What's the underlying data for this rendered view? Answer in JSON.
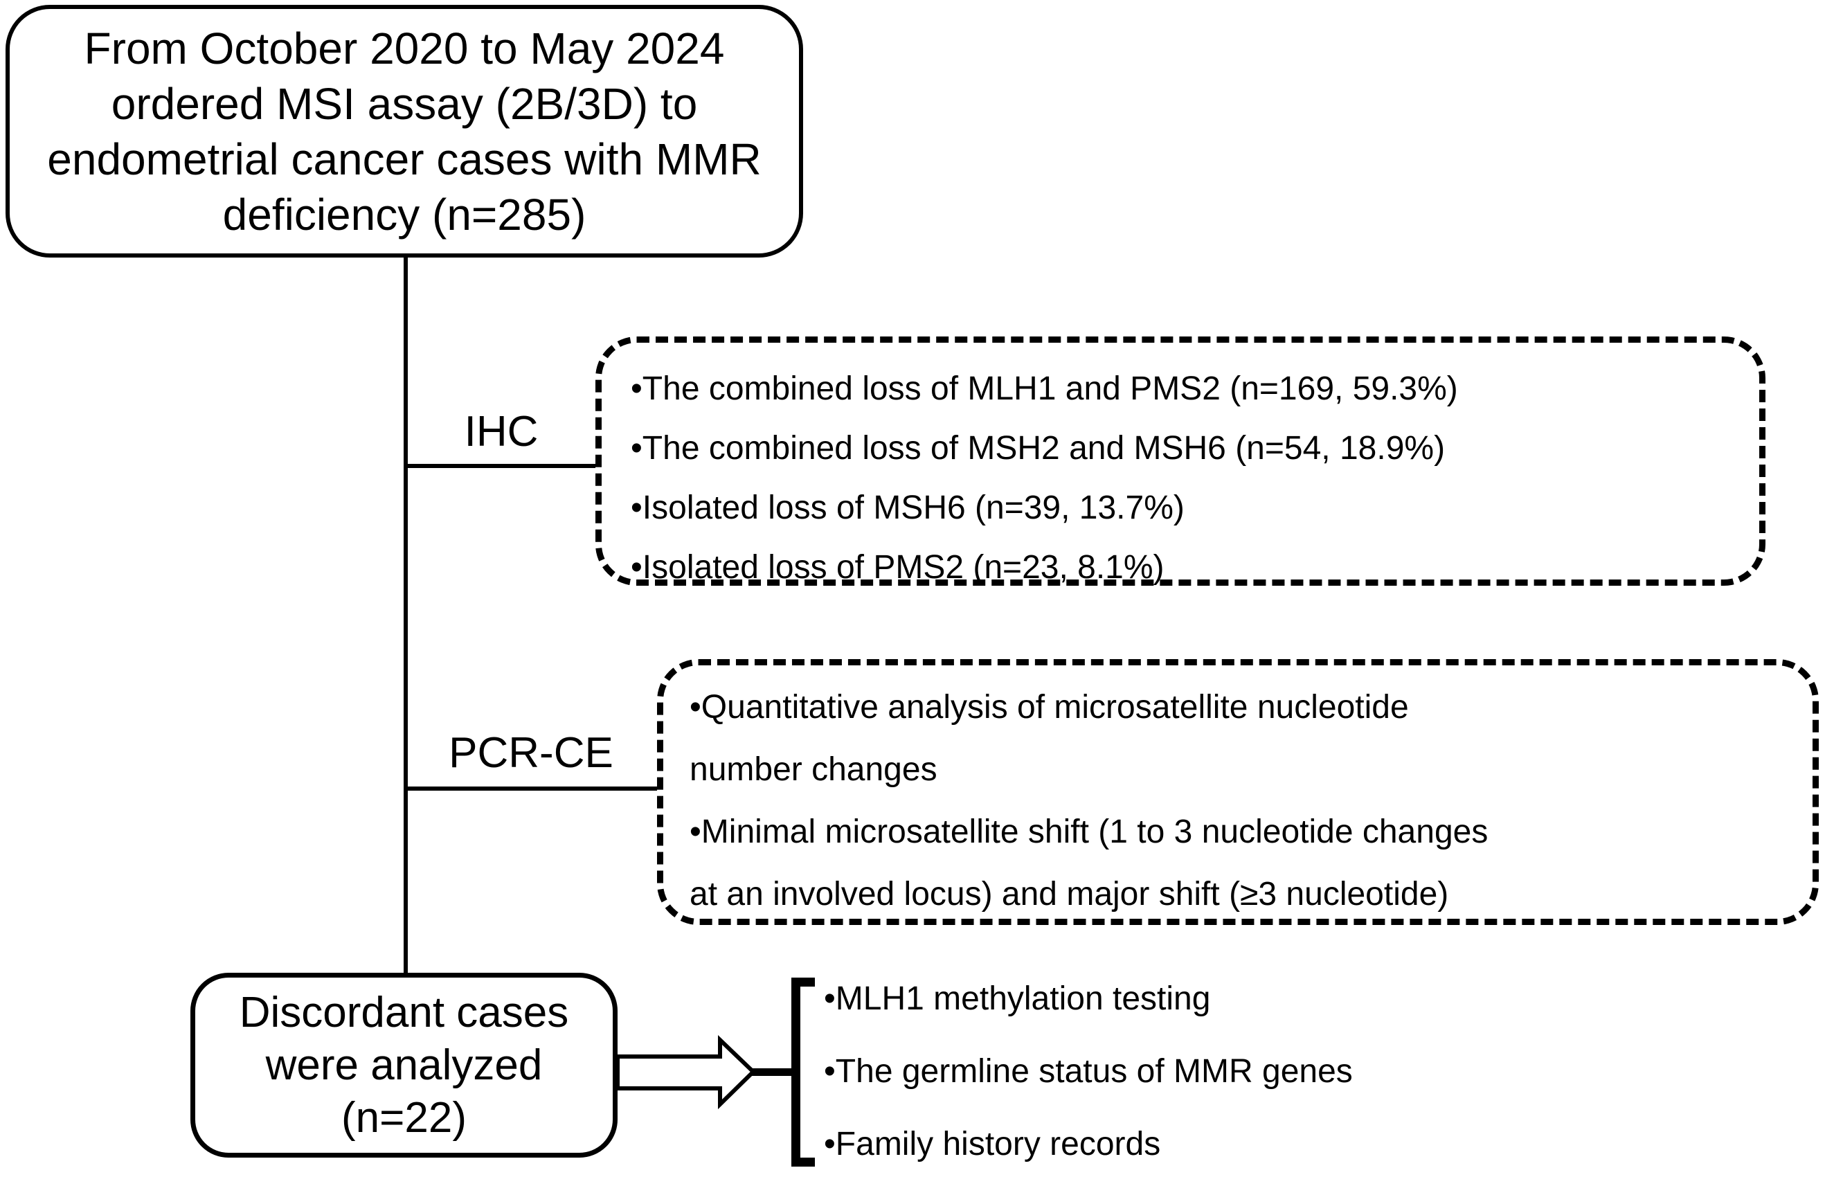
{
  "colors": {
    "ink": "#000000",
    "background": "#ffffff"
  },
  "source_box": {
    "text": "From October 2020 to May 2024\nordered MSI assay (2B/3D) to\nendometrial cancer cases with MMR\ndeficiency (n=285)"
  },
  "branches": {
    "ihc": {
      "label": "IHC",
      "items": [
        "•The combined loss of MLH1 and PMS2 (n=169, 59.3%)",
        "•The combined loss of MSH2 and MSH6 (n=54, 18.9%)",
        "•Isolated loss of MSH6 (n=39, 13.7%)",
        "•Isolated loss of PMS2 (n=23, 8.1%)"
      ]
    },
    "pcr_ce": {
      "label": "PCR-CE",
      "items": [
        "•Quantitative analysis of microsatellite nucleotide\nnumber changes",
        "•Minimal microsatellite shift (1 to 3 nucleotide changes\nat an involved locus) and major shift (≥3 nucleotide)"
      ]
    }
  },
  "discordant_box": {
    "text": "Discordant cases\nwere analyzed\n(n=22)"
  },
  "followup": {
    "items": [
      "•MLH1 methylation testing",
      "•The germline status of MMR genes",
      "•Family history records"
    ]
  }
}
